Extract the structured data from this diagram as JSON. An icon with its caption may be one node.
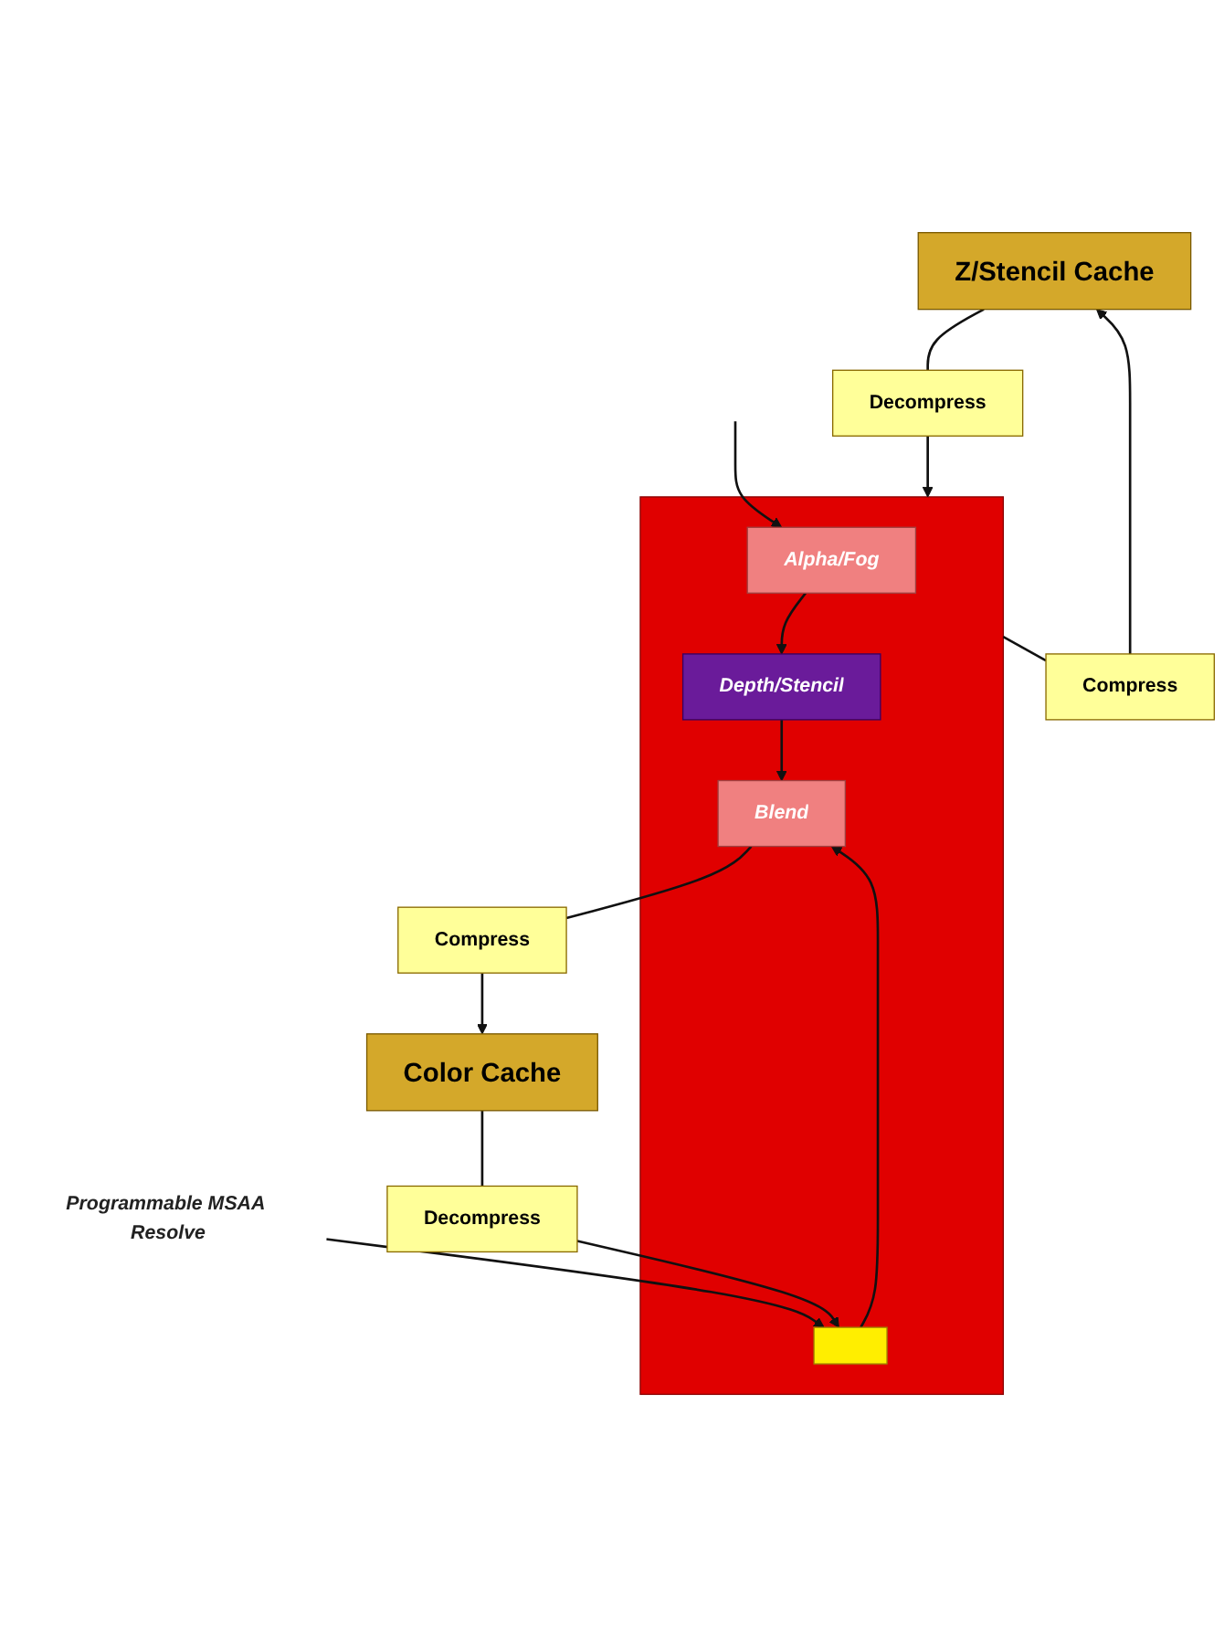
{
  "diagram": {
    "nodes": [
      {
        "text": [
          "Z/Stencil Cache"
        ]
      },
      {
        "text": [],
        "shape": "box"
      },
      {
        "text": [
          "Alpha/Fog"
        ],
        "in": 1
      },
      {
        "text": [
          "Depth/Stencil"
        ],
        "in": 1
      },
      {
        "text": [],
        "shape": "box",
        "in": 1
      },
      {
        "text": [
          "Blend"
        ],
        "in": 1
      },
      {
        "text": [
          "Decompress"
        ]
      },
      {
        "text": [
          "Compress"
        ]
      },
      {
        "text": [
          "Programmable MSAA Resolve"
        ]
      },
      {
        "text": [
          "Decompress"
        ]
      },
      {
        "text": [
          "Compress"
        ]
      },
      {
        "text": [
          "Color Cache"
        ]
      }
    ],
    "edges": [
      {
        "from": null,
        "to": 2,
        "arrow": "to"
      },
      {
        "from": 2,
        "to": 3,
        "arrow": "to"
      },
      {
        "from": 0,
        "to": 6,
        "arrow": "none"
      },
      {
        "from": 6,
        "to": 1,
        "arrow": "to"
      },
      {
        "from": 1,
        "to": 7,
        "arrow": "none"
      },
      {
        "from": 7,
        "to": 0,
        "arrow": "to"
      },
      {
        "from": 3,
        "to": 5,
        "arrow": "to"
      },
      {
        "from": 4,
        "to": 5,
        "arrow": "to"
      },
      {
        "from": 8,
        "to": 4,
        "arrow": "to"
      },
      {
        "from": 11,
        "to": 9,
        "arrow": "none"
      },
      {
        "from": 9,
        "to": 4,
        "arrow": "to"
      },
      {
        "from": 5,
        "to": 10,
        "arrow": "none"
      },
      {
        "from": 10,
        "to": 11,
        "arrow": "to"
      }
    ]
  }
}
